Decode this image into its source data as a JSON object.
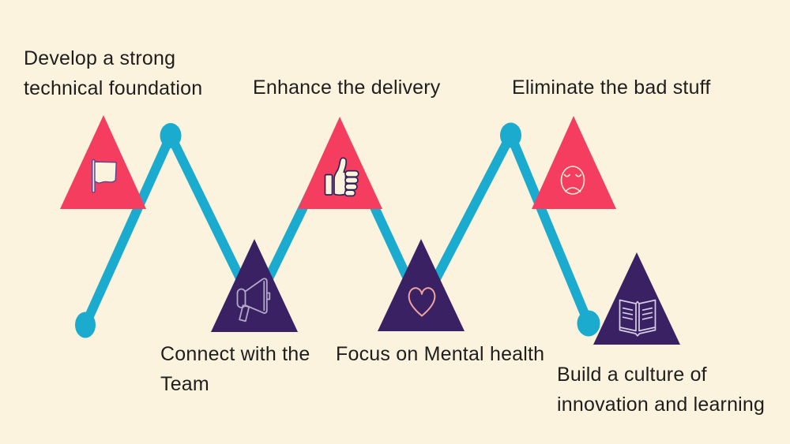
{
  "colors": {
    "background": "#FBF3DD",
    "pink": "#F53D60",
    "purple": "#3A2163",
    "teal": "#1BABCE",
    "text": "#1E1E1E",
    "icon_dark_outline": "#2D2456",
    "icon_lavender_outline": "#B2A9C6",
    "icon_cream_outline": "#F8EED8",
    "icon_salmon_outline": "#EFA49D"
  },
  "steps": [
    {
      "icon": "flag-icon",
      "triangle": "pink",
      "lines": [
        "Develop a strong",
        "technical foundation"
      ]
    },
    {
      "icon": "megaphone-icon",
      "triangle": "purple",
      "lines": [
        "Connect with the",
        "Team"
      ]
    },
    {
      "icon": "thumbs-up-icon",
      "triangle": "pink",
      "lines": [
        "Enhance the delivery"
      ]
    },
    {
      "icon": "heart-icon",
      "triangle": "purple",
      "lines": [
        "Focus on Mental health"
      ]
    },
    {
      "icon": "sad-face-icon",
      "triangle": "pink",
      "lines": [
        "Eliminate the bad stuff"
      ]
    },
    {
      "icon": "open-book-icon",
      "triangle": "purple",
      "lines": [
        "Build a culture of",
        "innovation and learning"
      ]
    }
  ]
}
